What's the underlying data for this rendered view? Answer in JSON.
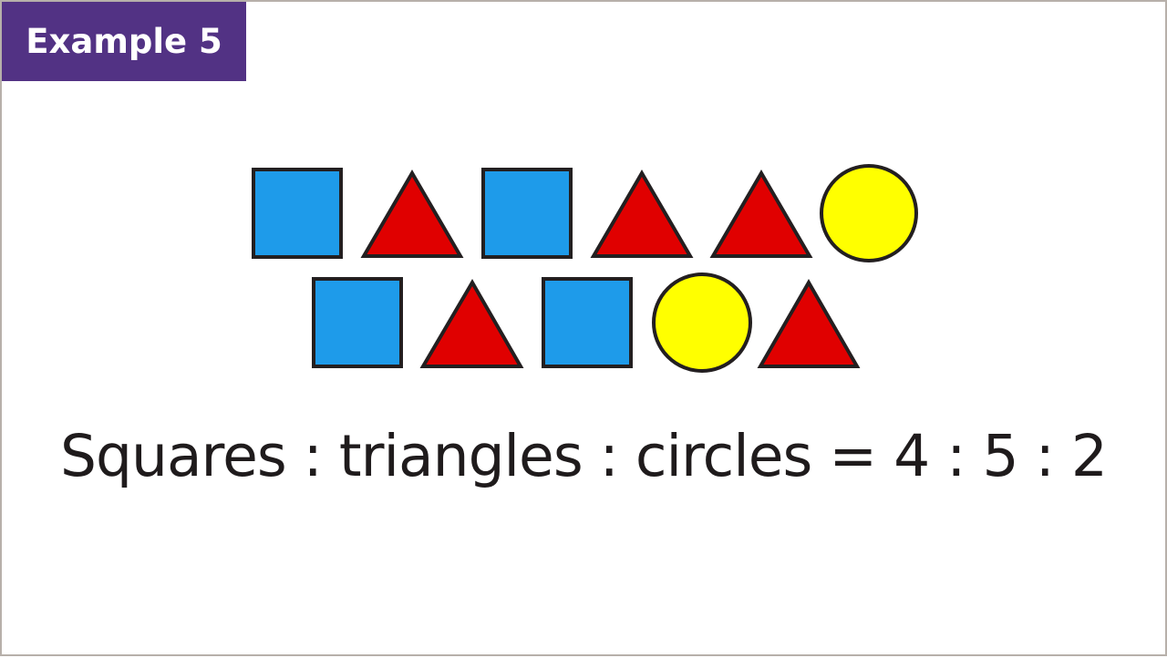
{
  "badge": {
    "label": "Example 5",
    "color": "#523284"
  },
  "equation": "Squares : triangles : circles = 4 : 5 : 2",
  "colors": {
    "square": "#1e9bea",
    "triangle": "#e00000",
    "circle": "#ffff00",
    "outline": "#231f20"
  },
  "shapes": {
    "row1": [
      "square",
      "triangle",
      "square",
      "triangle",
      "triangle",
      "circle"
    ],
    "row2": [
      "square",
      "triangle",
      "square",
      "circle",
      "triangle"
    ]
  },
  "counts": {
    "squares": 4,
    "triangles": 5,
    "circles": 2
  }
}
